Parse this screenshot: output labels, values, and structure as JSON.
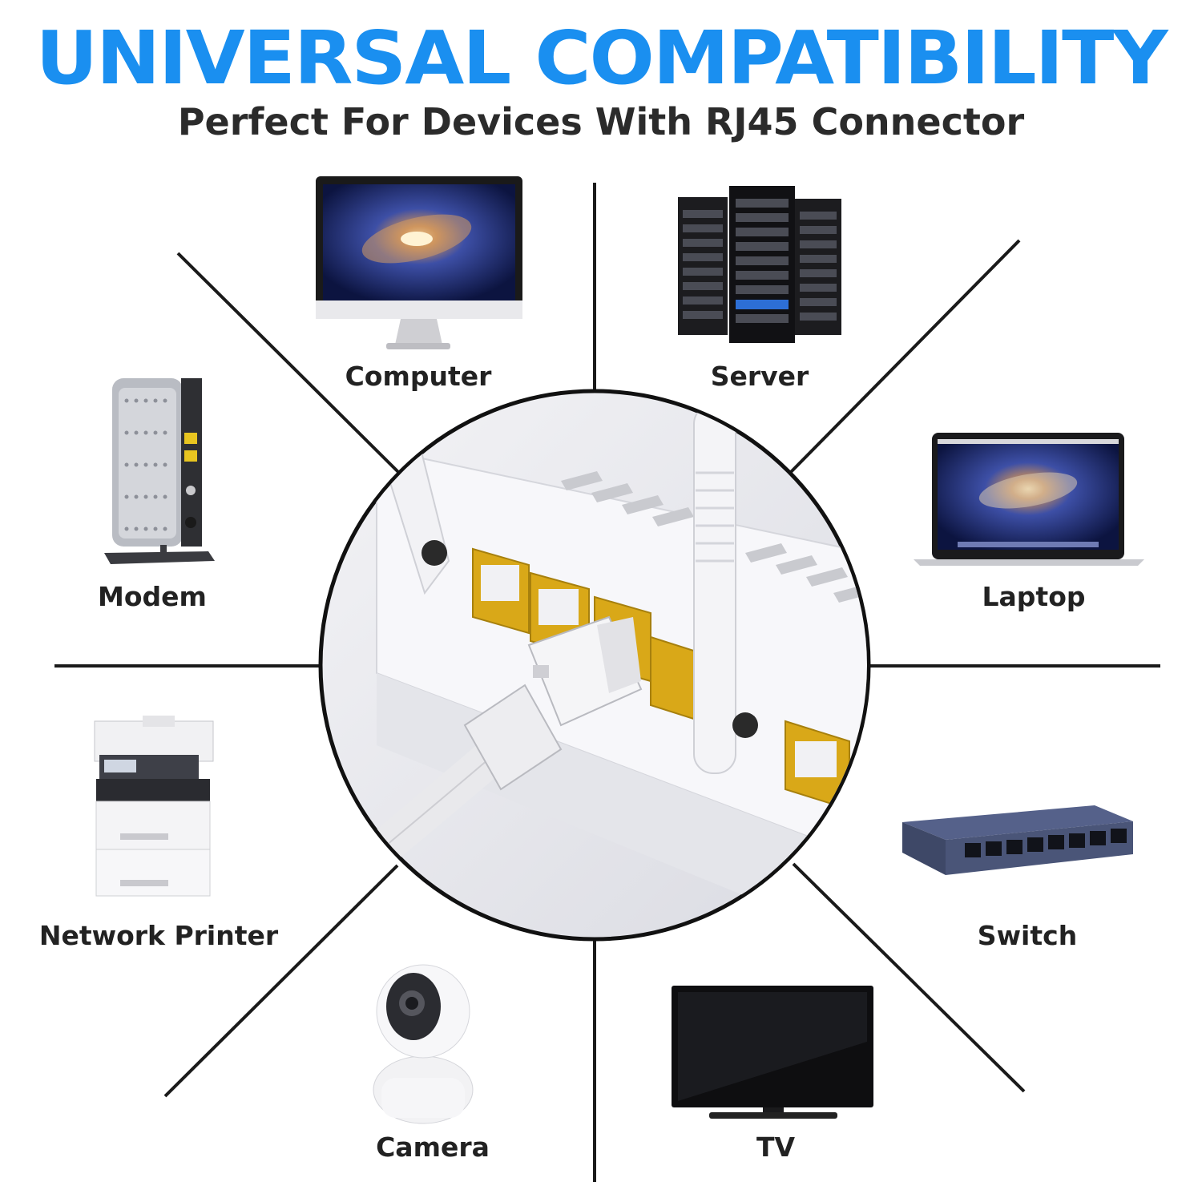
{
  "header": {
    "title": "UNIVERSAL COMPATIBILITY",
    "subtitle": "Perfect For Devices With RJ45 Connector"
  },
  "colors": {
    "accent": "#1a8ff0",
    "text": "#222222",
    "router_port": "#d9a818",
    "lines": "#1a1a1a"
  },
  "devices": [
    {
      "key": "computer",
      "label": "Computer",
      "icon": "desktop-monitor-icon"
    },
    {
      "key": "server",
      "label": "Server",
      "icon": "server-rack-icon"
    },
    {
      "key": "modem",
      "label": "Modem",
      "icon": "modem-icon"
    },
    {
      "key": "laptop",
      "label": "Laptop",
      "icon": "laptop-icon"
    },
    {
      "key": "printer",
      "label": "Network Printer",
      "icon": "printer-icon"
    },
    {
      "key": "switch",
      "label": "Switch",
      "icon": "network-switch-icon"
    },
    {
      "key": "camera",
      "label": "Camera",
      "icon": "security-camera-icon"
    },
    {
      "key": "tv",
      "label": "TV",
      "icon": "television-icon"
    }
  ],
  "center": {
    "icon": "router-ethernet-cable-icon"
  }
}
